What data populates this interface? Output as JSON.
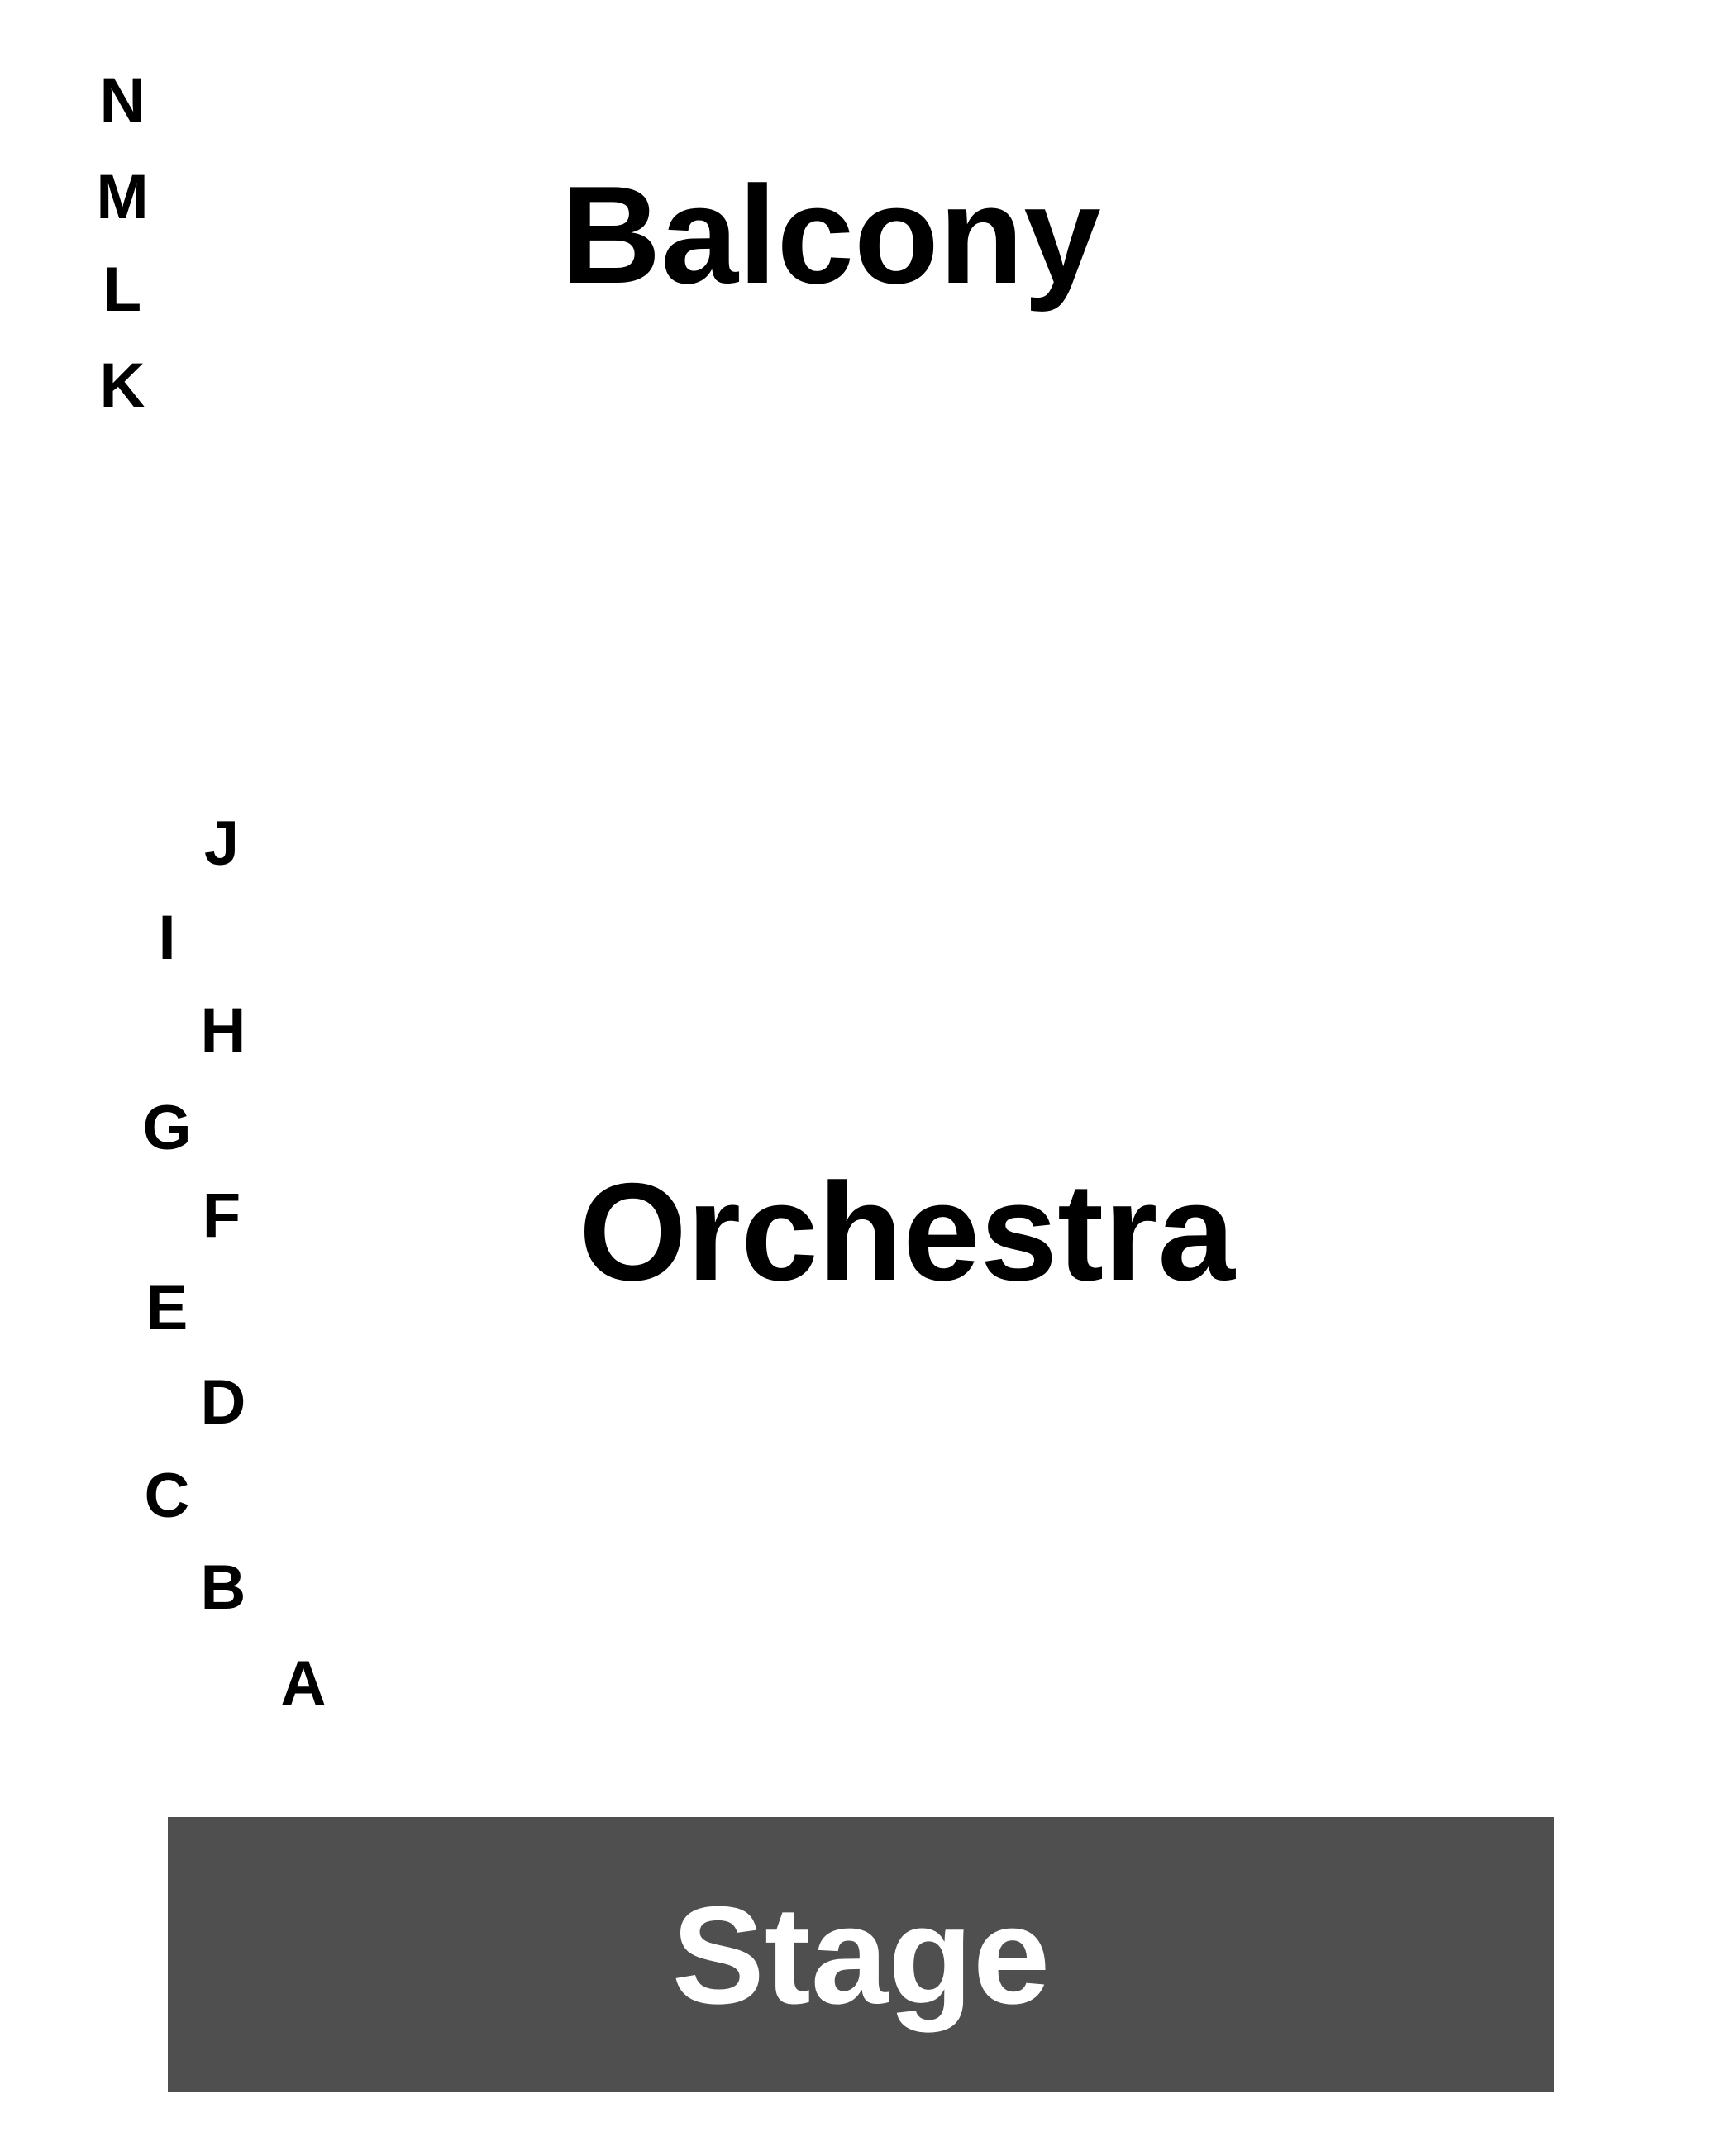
{
  "sections": {
    "balcony": "Balcony",
    "orchestra": "Orchestra",
    "stage": "Stage"
  },
  "balcony_rows": [
    "N",
    "M",
    "L",
    "K"
  ],
  "orchestra_rows": [
    "J",
    "I",
    "H",
    "G",
    "F",
    "E",
    "D",
    "C",
    "B",
    "A"
  ],
  "colors": {
    "stage_fill": "#4f4f4f",
    "stage_text": "#ffffff",
    "label_text": "#000000"
  }
}
